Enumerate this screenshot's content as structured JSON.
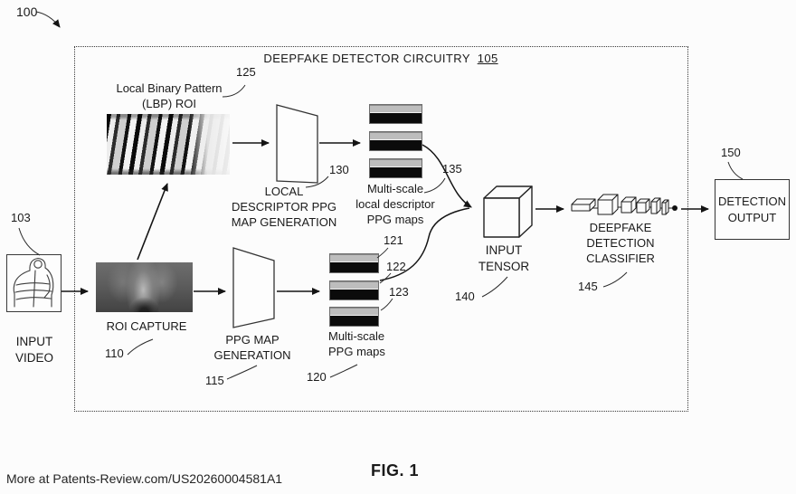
{
  "figure": {
    "overall_ref": "100",
    "title": "DEEPFAKE DETECTOR CIRCUITRY",
    "title_ref": "105",
    "caption": "FIG. 1",
    "footer": "More at Patents-Review.com/US20260004581A1"
  },
  "nodes": {
    "input_video": {
      "label": "INPUT\nVIDEO",
      "ref": "103"
    },
    "roi_capture": {
      "label": "ROI CAPTURE",
      "ref": "110"
    },
    "lbp_roi": {
      "label": "Local Binary Pattern\n(LBP) ROI",
      "ref": "125"
    },
    "local_descriptor_generation": {
      "label": "LOCAL\nDESCRIPTOR PPG\nMAP GENERATION",
      "ref": "130"
    },
    "multiscale_local_descriptor_maps": {
      "label": "Multi-scale\nlocal descriptor\nPPG maps",
      "ref": "135"
    },
    "ppg_map_generation": {
      "label": "PPG MAP\nGENERATION",
      "ref": "115"
    },
    "multiscale_ppg_maps": {
      "label": "Multi-scale\nPPG maps",
      "ref": "120",
      "map_refs": [
        "121",
        "122",
        "123"
      ]
    },
    "input_tensor": {
      "label": "INPUT\nTENSOR",
      "ref": "140"
    },
    "deepfake_detection_classifier": {
      "label": "DEEPFAKE\nDETECTION\nCLASSIFIER",
      "ref": "145"
    },
    "detection_output": {
      "label": "DETECTION\nOUTPUT",
      "ref": "150"
    }
  },
  "colors": {
    "ink": "#1a1a1a",
    "background": "#fcfcfc",
    "map_gray_band": "#bdbdbd",
    "map_black_band": "#0b0b0b"
  }
}
